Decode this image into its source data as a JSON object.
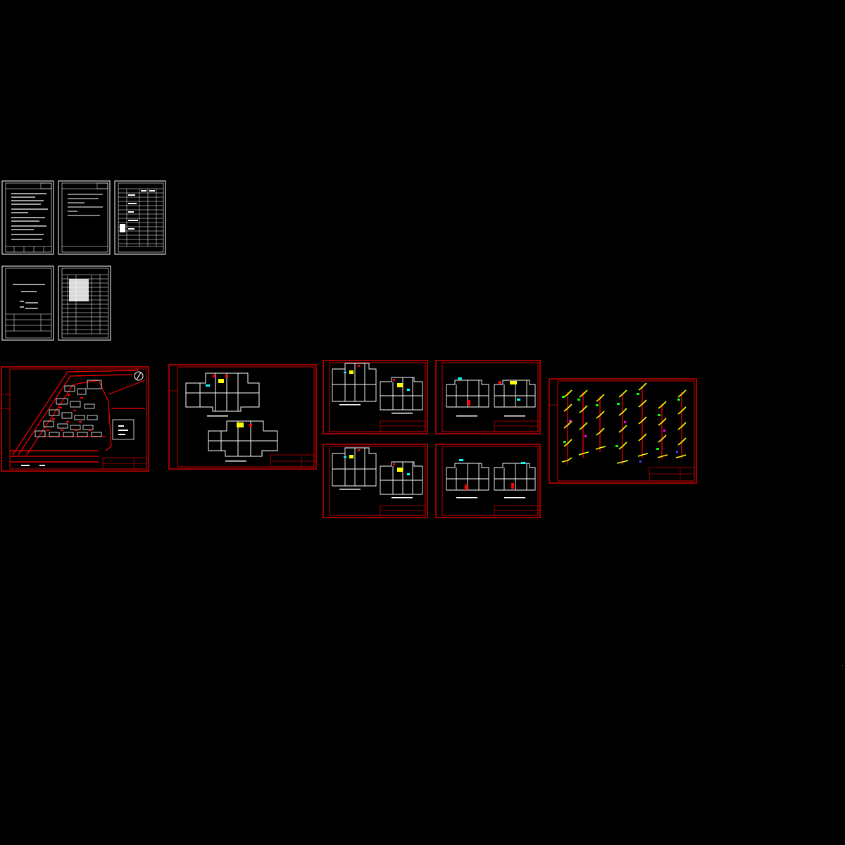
{
  "canvas": {
    "background": "#000000",
    "colors": {
      "frame_white": "#ffffff",
      "frame_red": "#ff0000",
      "pipe_green": "#00ff00",
      "fixture_yellow": "#ffff00",
      "fixture_cyan": "#00ffff",
      "fixture_magenta": "#ff00ff",
      "fixture_blue": "#4040ff"
    }
  },
  "sheets": {
    "text_sheets": [
      {
        "id": "notes-1"
      },
      {
        "id": "notes-2"
      },
      {
        "id": "material-table"
      },
      {
        "id": "cover"
      },
      {
        "id": "drawing-index"
      }
    ],
    "drawing_sheets": [
      {
        "id": "site-plan",
        "north_symbol": "north-arrow-icon"
      },
      {
        "id": "ground-floor-plan"
      },
      {
        "id": "floor-plan-a"
      },
      {
        "id": "floor-plan-b"
      },
      {
        "id": "floor-plan-c"
      },
      {
        "id": "floor-plan-d"
      },
      {
        "id": "riser-diagram"
      }
    ]
  }
}
